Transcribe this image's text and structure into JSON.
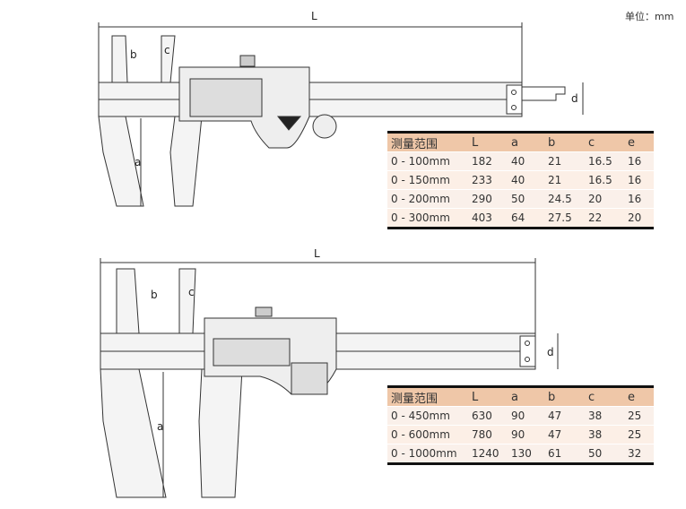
{
  "unit_label": "单位：mm",
  "diagram_labels": {
    "L": "L",
    "a": "a",
    "b": "b",
    "c": "c",
    "d": "d"
  },
  "tables": [
    {
      "headers": [
        "测量范围",
        "L",
        "a",
        "b",
        "c",
        "e"
      ],
      "rows": [
        [
          "0 - 100mm",
          "182",
          "40",
          "21",
          "16.5",
          "16"
        ],
        [
          "0 - 150mm",
          "233",
          "40",
          "21",
          "16.5",
          "16"
        ],
        [
          "0 - 200mm",
          "290",
          "50",
          "24.5",
          "20",
          "16"
        ],
        [
          "0 - 300mm",
          "403",
          "64",
          "27.5",
          "22",
          "20"
        ]
      ]
    },
    {
      "headers": [
        "测量范围",
        "L",
        "a",
        "b",
        "c",
        "e"
      ],
      "rows": [
        [
          "0 - 450mm",
          "630",
          "90",
          "47",
          "38",
          "25"
        ],
        [
          "0 - 600mm",
          "780",
          "90",
          "47",
          "38",
          "25"
        ],
        [
          "0 - 1000mm",
          "1240",
          "130",
          "61",
          "50",
          "32"
        ]
      ]
    }
  ]
}
